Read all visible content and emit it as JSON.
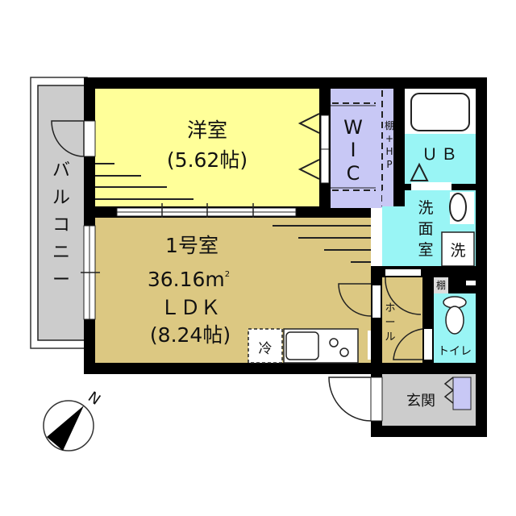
{
  "plan": {
    "unit_number": "1号室",
    "total_area": "36.16m²",
    "colors": {
      "wall": "#000000",
      "western_room": "#ffff99",
      "ldk": "#dcc882",
      "wic": "#c8c8f5",
      "wet_area": "#99f5f5",
      "balcony": "#cccccc",
      "entrance": "#cccccc",
      "fixture": "#ffffff"
    },
    "rooms": {
      "western": {
        "name": "洋室",
        "size": "(5.62帖)"
      },
      "ldk": {
        "unit": "1号室",
        "area": "36.16m",
        "area_sup": "2",
        "name": "ＬＤＫ",
        "size": "(8.24帖)"
      },
      "wic": {
        "line1": "W",
        "line2": "I",
        "line3": "C"
      },
      "shelf_hp": {
        "line1": "棚",
        "line2": "+",
        "line3": "H",
        "line4": "P"
      },
      "bath": {
        "name": "ＵＢ"
      },
      "washroom": {
        "line1": "洗",
        "line2": "面",
        "line3": "室"
      },
      "washer": {
        "name": "洗"
      },
      "hall": {
        "line1": "ホ",
        "line2": "ー",
        "line3": "ル"
      },
      "toilet": {
        "name": "トイレ"
      },
      "toilet_shelf": {
        "name": "棚"
      },
      "entrance": {
        "name": "玄関"
      },
      "balcony": {
        "line1": "バ",
        "line2": "ル",
        "line3": "コ",
        "line4": "ニ",
        "line5": "ー"
      },
      "fridge": {
        "name": "冷"
      }
    },
    "compass": {
      "label": "N"
    }
  }
}
